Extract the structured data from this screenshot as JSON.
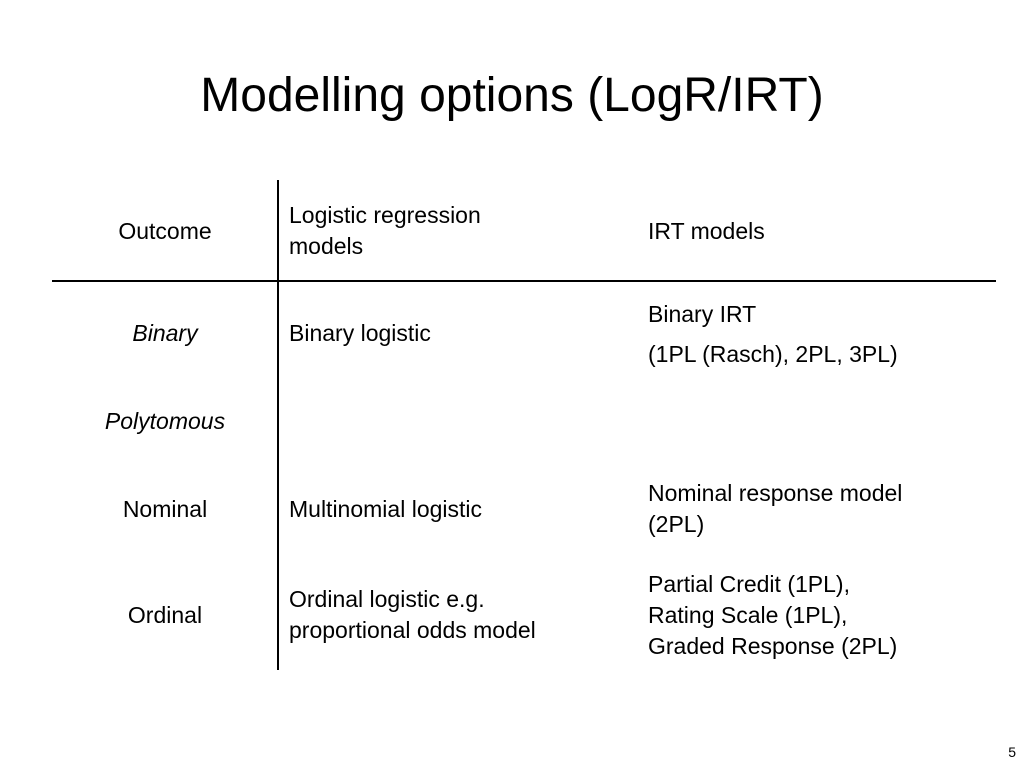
{
  "slide": {
    "title": "Modelling options (LogR/IRT)",
    "page_number": "5"
  },
  "table": {
    "headers": {
      "outcome": "Outcome",
      "logistic": [
        "Logistic regression",
        "models"
      ],
      "irt": "IRT models"
    },
    "rows": {
      "binary": {
        "outcome": "Binary",
        "logistic": "Binary logistic",
        "irt": [
          "Binary IRT",
          "(1PL (Rasch), 2PL, 3PL)"
        ]
      },
      "polytomous": {
        "outcome": "Polytomous"
      },
      "nominal": {
        "outcome": "Nominal",
        "logistic": "Multinomial logistic",
        "irt": [
          "Nominal response model",
          "(2PL)"
        ]
      },
      "ordinal": {
        "outcome": "Ordinal",
        "logistic": [
          "Ordinal logistic e.g.",
          "proportional odds model"
        ],
        "irt": [
          "Partial Credit (1PL),",
          "Rating Scale (1PL),",
          "Graded Response (2PL)"
        ]
      }
    }
  }
}
